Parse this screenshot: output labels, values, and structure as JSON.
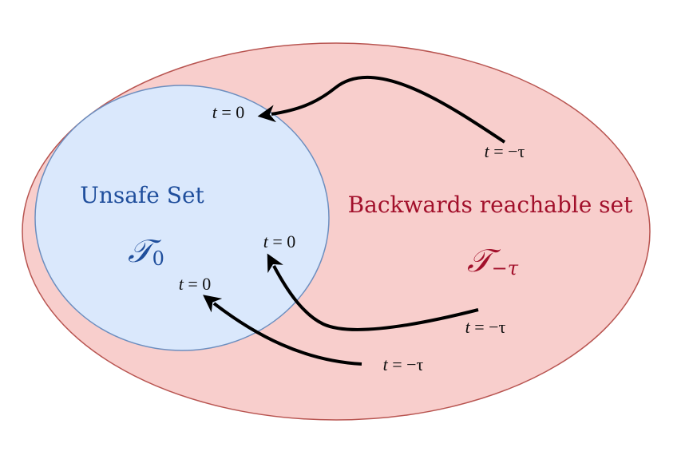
{
  "diagram": {
    "unsafe_set": {
      "title": "Unsafe Set",
      "symbol": "𝒯",
      "subscript": "0",
      "fill": "#dae8fc",
      "stroke": "#6c8ebf",
      "text_color": "#1f4e9c"
    },
    "backwards_reachable_set": {
      "title": "Backwards reachable set",
      "symbol": "𝒯",
      "subscript": "−τ",
      "fill": "#f8cecc",
      "stroke": "#b85450",
      "text_color": "#a2102b"
    },
    "trajectories": [
      {
        "start_label_var": "t",
        "start_label_rest": " = −τ",
        "end_label_var": "t",
        "end_label_rest": " = 0"
      },
      {
        "start_label_var": "t",
        "start_label_rest": " = −τ",
        "end_label_var": "t",
        "end_label_rest": " = 0"
      },
      {
        "start_label_var": "t",
        "start_label_rest": " = −τ",
        "end_label_var": "t",
        "end_label_rest": " = 0"
      }
    ],
    "arrow_color": "#000000"
  }
}
